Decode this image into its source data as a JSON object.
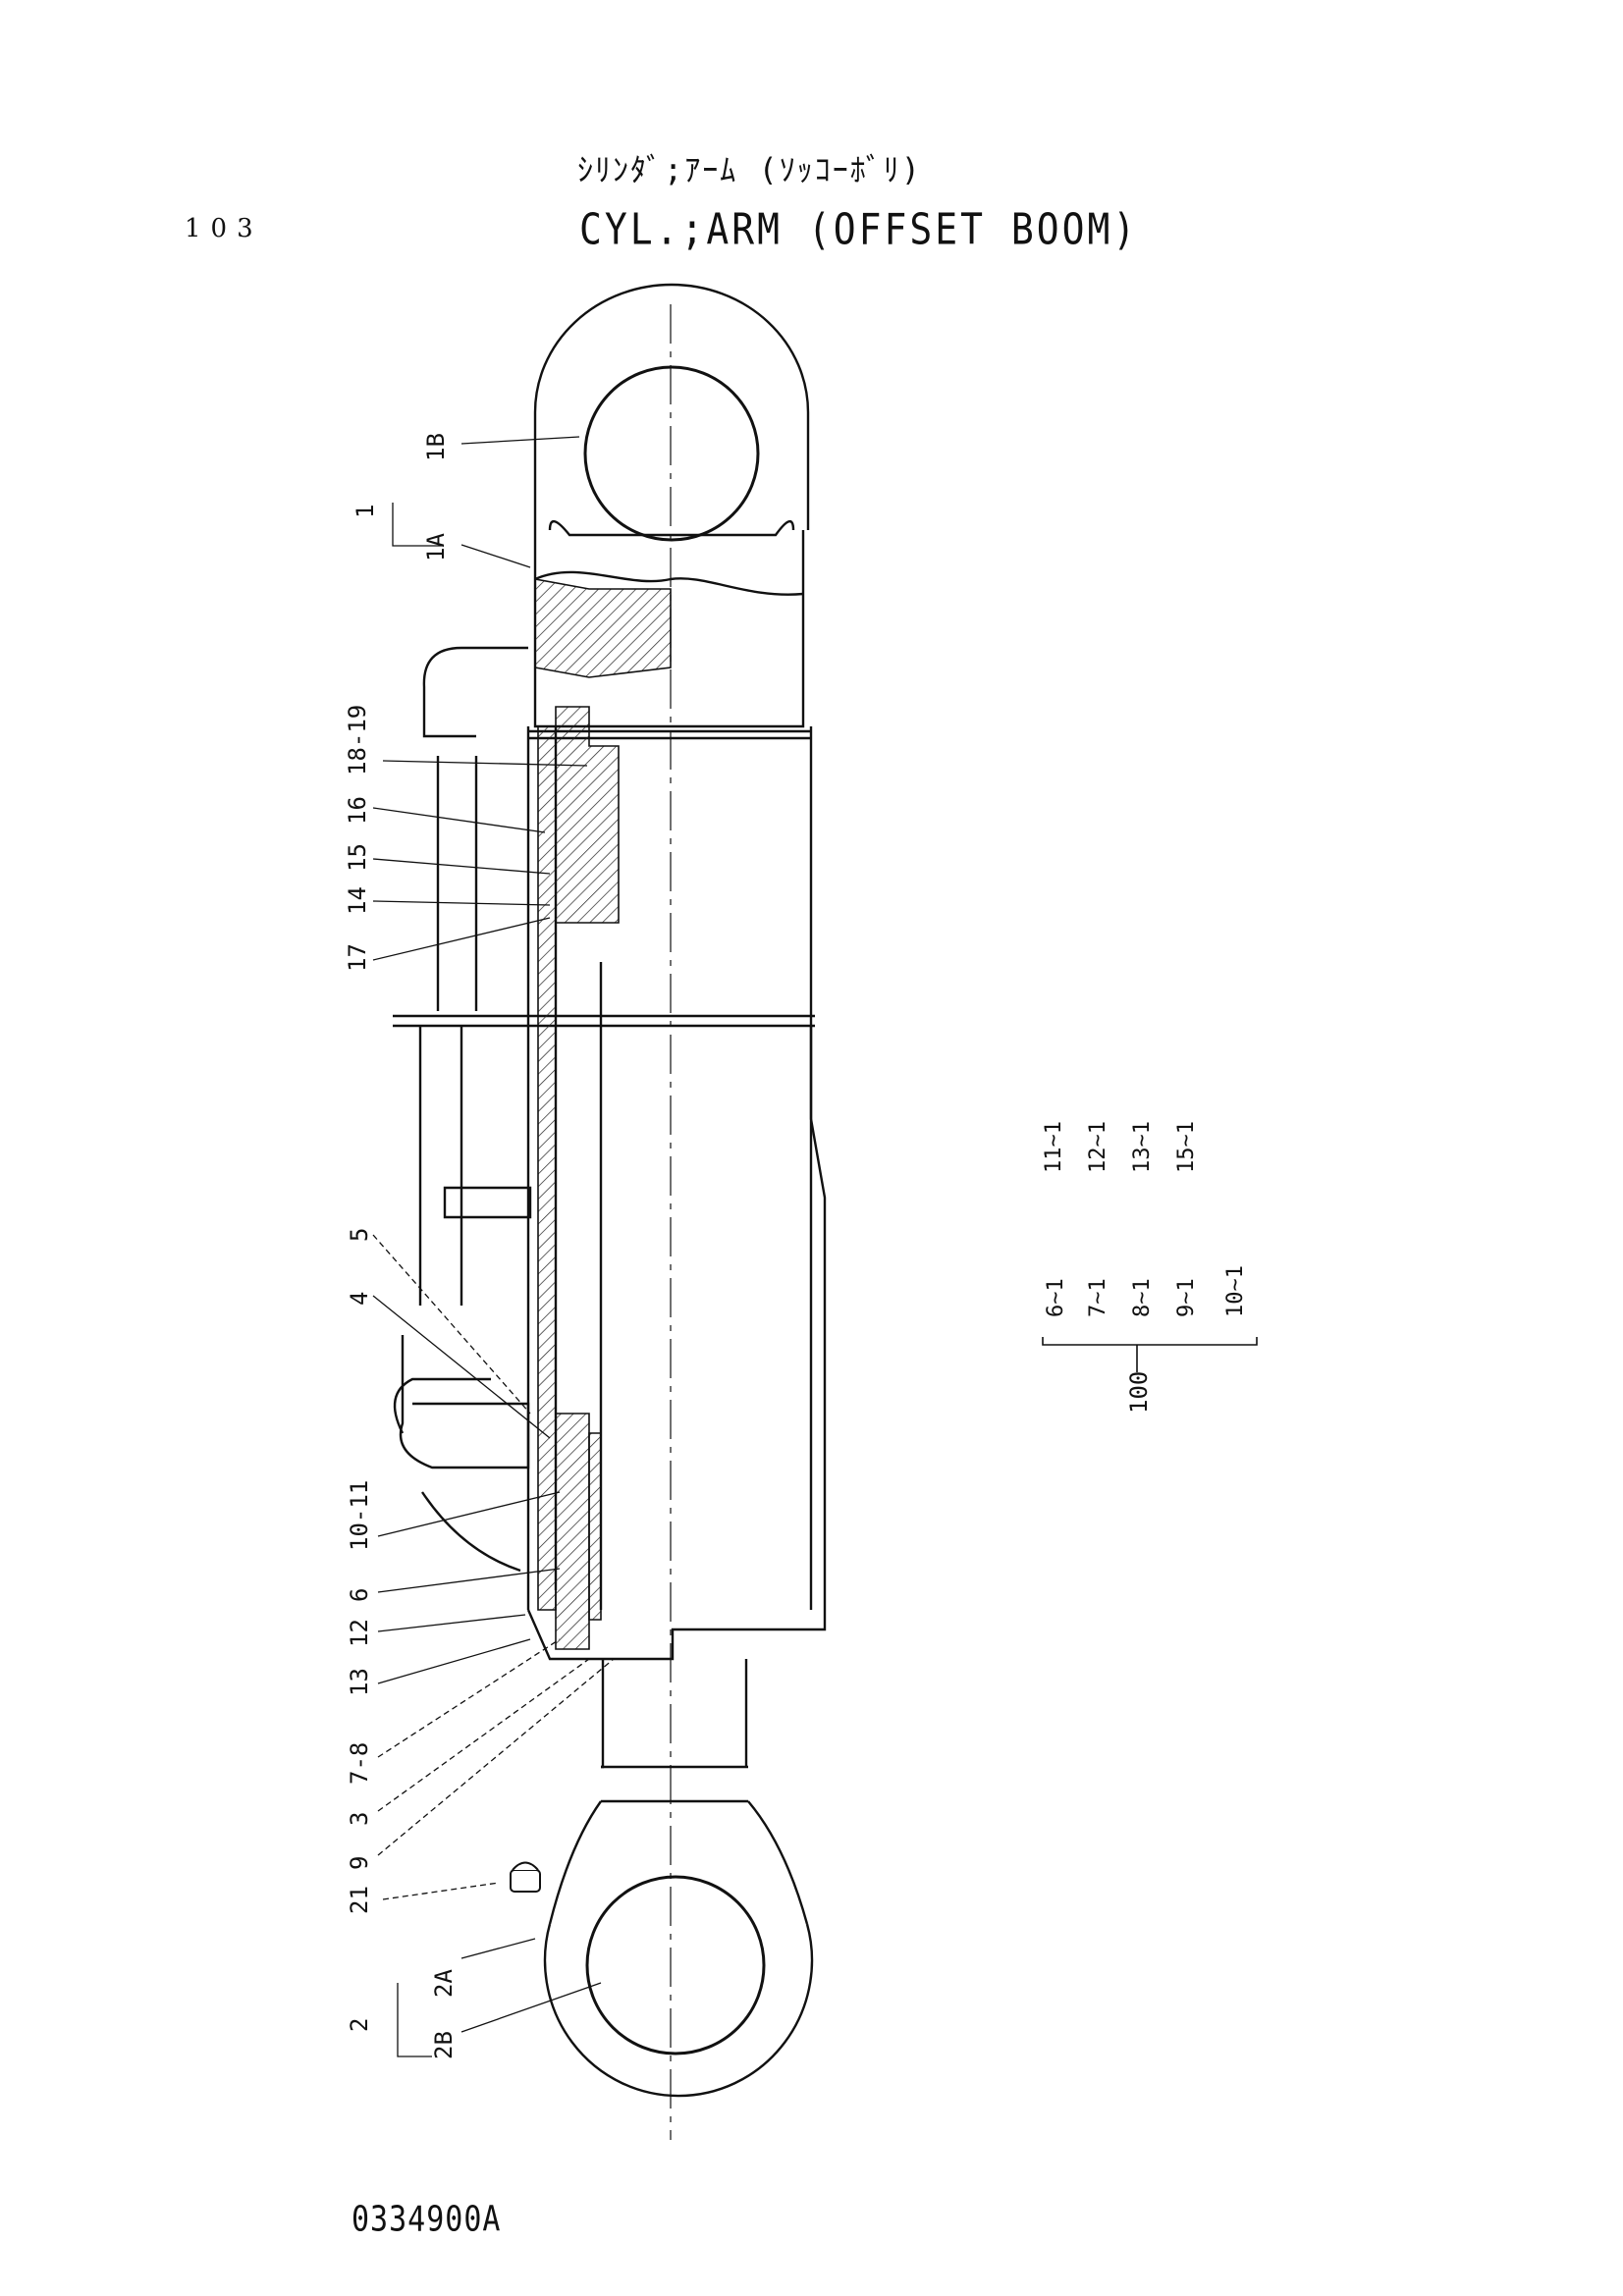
{
  "page_number": "103",
  "title_jp": "ｼﾘﾝﾀﾞ;ｱｰﾑ (ｿｯｺｰﾎﾞﾘ)",
  "title_en": "CYL.;ARM (OFFSET BOOM)",
  "drawing_number": "0334900A",
  "callouts": {
    "c1": "1",
    "c1a": "1A",
    "c1b": "1B",
    "c18_19": "18-19",
    "c16": "16",
    "c15": "15",
    "c14": "14",
    "c17": "17",
    "c5": "5",
    "c4": "4",
    "c10_11": "10-11",
    "c6": "6",
    "c12": "12",
    "c13": "13",
    "c7_8": "7-8",
    "c3": "3",
    "c9": "9",
    "c21": "21",
    "c2": "2",
    "c2a": "2A",
    "c2b": "2B"
  },
  "kit": {
    "row1": [
      "11~1",
      "12~1",
      "13~1",
      "15~1"
    ],
    "row2": [
      "6~1",
      "7~1",
      "8~1",
      "9~1",
      "10~1"
    ],
    "assembly": "100"
  },
  "colors": {
    "ink": "#111111",
    "background": "#ffffff"
  }
}
